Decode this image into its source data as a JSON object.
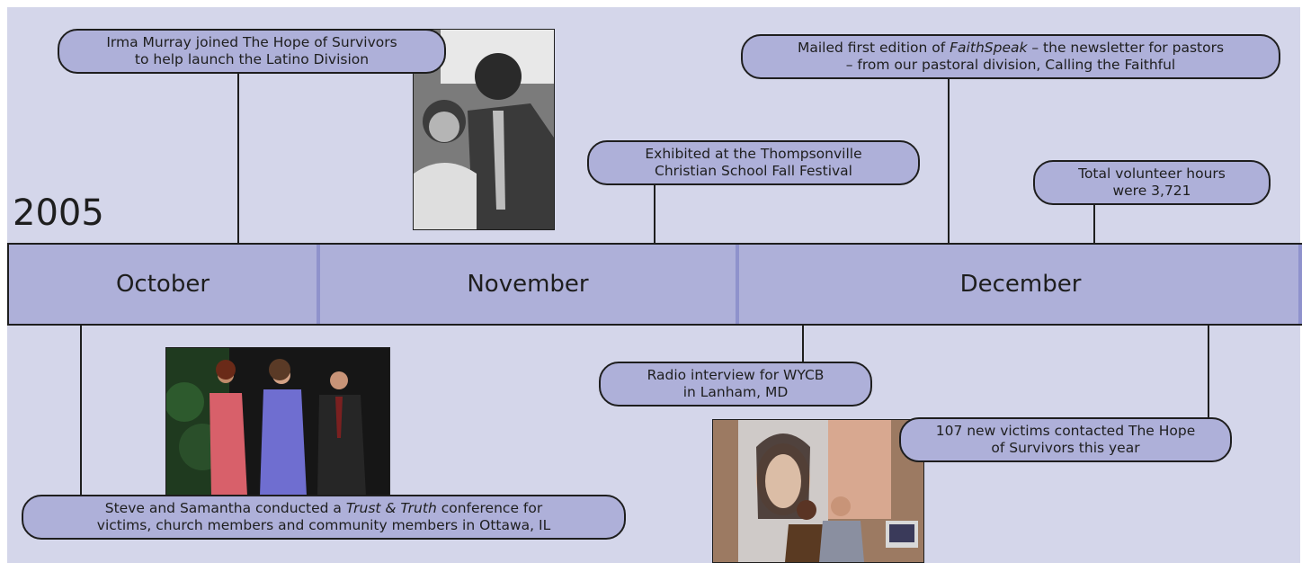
{
  "year": "2005",
  "months": [
    "October",
    "November",
    "December"
  ],
  "events_above": [
    {
      "lines": [
        "Irma Murray joined The Hope of Survivors",
        "to help launch the Latino Division"
      ]
    },
    {
      "lines": [
        "Exhibited at the Thompsonville",
        "Christian School Fall Festival"
      ]
    },
    {
      "lines_html": [
        "Mailed first edition of <i>FaithSpeak</i> – the newsletter for pastors",
        "– from our pastoral division, Calling the Faithful"
      ],
      "line1_pre": "Mailed first edition of ",
      "line1_em": "FaithSpeak",
      "line1_post": " – the newsletter for pastors",
      "line2": "– from our pastoral division, Calling the Faithful"
    },
    {
      "lines": [
        "Total volunteer hours",
        "were 3,721"
      ]
    }
  ],
  "events_below": [
    {
      "line1_pre": "Steve and Samantha conducted a ",
      "line1_em": "Trust & Truth",
      "line1_post": " conference for",
      "line2": "victims, church members and community members in Ottawa, IL"
    },
    {
      "lines": [
        "Radio interview for WYCB",
        "in Lanham, MD"
      ]
    },
    {
      "lines": [
        "107 new victims contacted The Hope",
        "of Survivors this year"
      ]
    }
  ],
  "colors": {
    "background": "#d4d6ea",
    "bar": "#aeb0d9",
    "outline": "#1e1e1e",
    "divider": "#8f92cc"
  }
}
